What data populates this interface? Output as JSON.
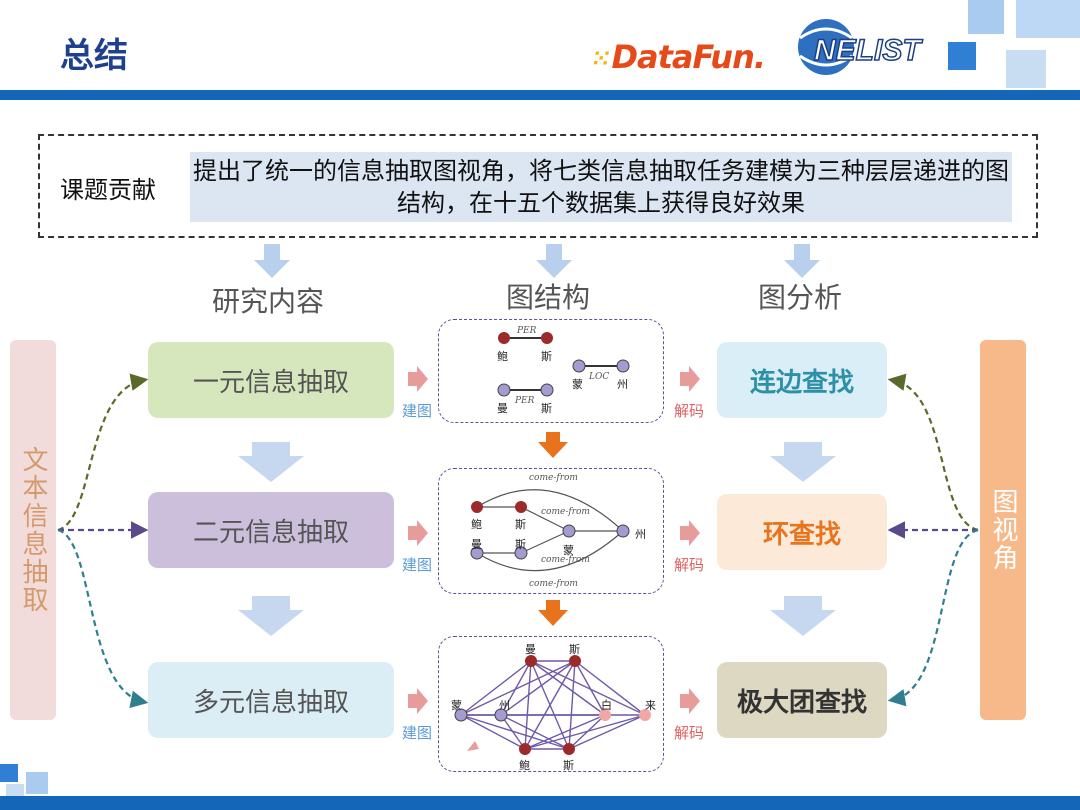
{
  "header": {
    "title": "总结"
  },
  "logos": {
    "datafun": "DataFun.",
    "nelist": "NELIST"
  },
  "contribution": {
    "label": "课题贡献",
    "text": "提出了统一的信息抽取图视角，将七类信息抽取任务建模为三种层层递进的图结构，在十五个数据集上获得良好效果"
  },
  "columns": {
    "research": "研究内容",
    "structure": "图结构",
    "analysis": "图分析"
  },
  "side": {
    "left": "文本信息抽取",
    "right": "图视角"
  },
  "tasks": [
    "一元信息抽取",
    "二元信息抽取",
    "多元信息抽取"
  ],
  "results": [
    "连边查找",
    "环查找",
    "极大团查找"
  ],
  "arrow_labels": {
    "build": "建图",
    "decode": "解码"
  },
  "graph1": {
    "nodes": [
      "鲍",
      "斯",
      "蒙",
      "州",
      "曼",
      "斯"
    ],
    "relations": [
      "PER",
      "LOC",
      "PER"
    ]
  },
  "graph2": {
    "nodes": [
      "鲍",
      "斯",
      "曼",
      "斯",
      "蒙",
      "州"
    ],
    "relations": [
      "come-from",
      "come-from",
      "come-from",
      "come-from"
    ]
  },
  "graph3": {
    "nodes": [
      "曼",
      "斯",
      "蒙",
      "州",
      "白",
      "来",
      "鲍",
      "斯"
    ]
  },
  "colors": {
    "header_blue": "#1466b8",
    "title_blue": "#1f3f8f",
    "task1": "#d6e7be",
    "task2": "#cbbfdc",
    "task3": "#dbeef5",
    "result1": "#d9eef6",
    "result2": "#fde9d8",
    "result3": "#ddd8c2",
    "left_bar": "#f1dcdb",
    "right_bar": "#f8b98a",
    "node_red": "#9b2b2b",
    "node_purple": "#a59bd0"
  }
}
